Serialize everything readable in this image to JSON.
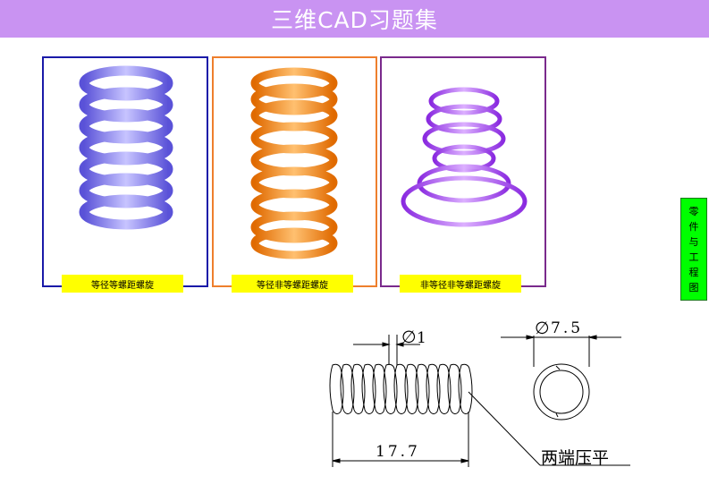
{
  "header": {
    "title": "三维CAD习题集",
    "bg": "#c993f2"
  },
  "panels": [
    {
      "caption": "等径等螺距螺旋",
      "border": "#1a1aa8",
      "spring_color": "#8b85ee"
    },
    {
      "caption": "等径非等螺距螺旋",
      "border": "#ee7f2d",
      "spring_color": "#ff8a00"
    },
    {
      "caption": "非等径非等螺距螺旋",
      "border": "#7a2a8c",
      "spring_color": "#a24df0"
    }
  ],
  "side_tab": {
    "label": [
      "零",
      "件",
      "与",
      "工",
      "程",
      "图"
    ],
    "bg": "#00ff00"
  },
  "drawing": {
    "wire_dia": "1",
    "outer_dia": "7.5",
    "length": "17.7",
    "note": "两端压平",
    "dia_symbol": "∅"
  }
}
